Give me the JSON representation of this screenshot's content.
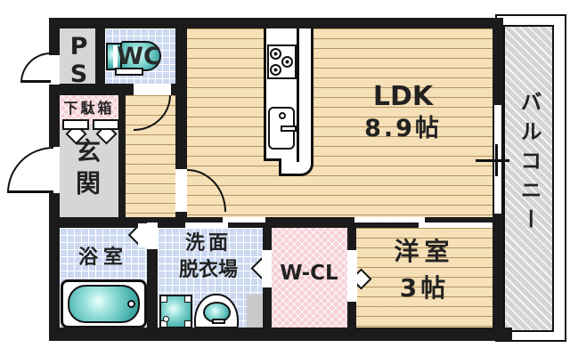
{
  "rooms": {
    "ldk": {
      "name": "LDK",
      "size": "8.9帖"
    },
    "yoshitsu": {
      "name": "洋室",
      "size": "3帖"
    },
    "senmen": {
      "line1": "洗面",
      "line2": "脱衣場"
    },
    "bath": {
      "name": "浴室"
    },
    "wcl": {
      "name": "W-CL"
    },
    "genkan": {
      "name": "玄関"
    },
    "balcony": {
      "name": "バルコニー"
    },
    "getabako": {
      "name": "下駄箱"
    },
    "ps": {
      "name": "PS"
    },
    "wc": {
      "name": "WC"
    }
  },
  "colors": {
    "wall": "#1b1b1b",
    "wood_floor": "#f6e0b8",
    "tile_blue": "#ccd9f1",
    "closet_pink": "#f6cfd5",
    "balcony_gray": "#d4d4d4",
    "fixture_teal": "#45b1ad"
  }
}
